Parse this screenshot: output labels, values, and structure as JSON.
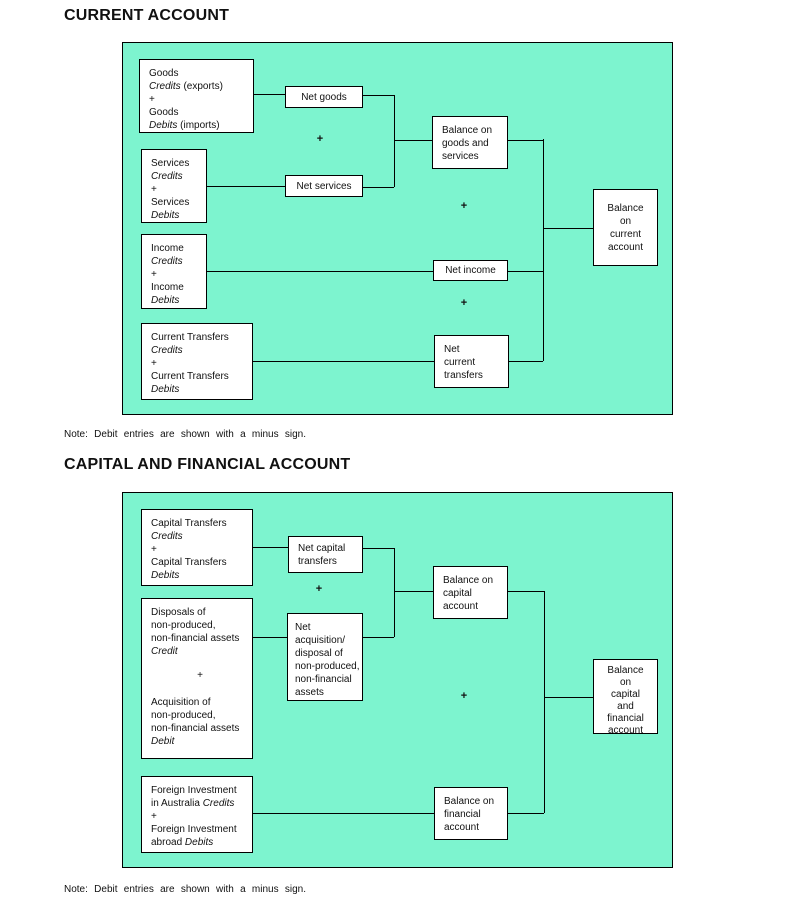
{
  "shared": {
    "plus": "+"
  },
  "colors": {
    "panel_bg": "#7df4cf",
    "box_bg": "#ffffff",
    "border": "#000000",
    "text": "#111111"
  },
  "section1": {
    "title": "CURRENT ACCOUNT",
    "note": "Note: Debit entries are shown with a minus sign.",
    "boxes": {
      "goods": {
        "lines": [
          "Goods",
          "*Credits* (exports)",
          "+",
          "Goods",
          "*Debits* (imports)"
        ]
      },
      "net_goods": {
        "lines": [
          "Net goods"
        ]
      },
      "services": {
        "lines": [
          "Services",
          "*Credits*",
          "+",
          "Services",
          "*Debits*"
        ]
      },
      "net_services": {
        "lines": [
          "Net services"
        ]
      },
      "income": {
        "lines": [
          "Income",
          "*Credits*",
          "+",
          "Income",
          "*Debits*"
        ]
      },
      "net_income": {
        "lines": [
          "Net income"
        ]
      },
      "current_transfers": {
        "lines": [
          "Current Transfers",
          "*Credits*",
          "+",
          "Current Transfers",
          "*Debits*"
        ]
      },
      "net_current_transfers": {
        "lines": [
          "Net",
          "current",
          "transfers"
        ]
      },
      "balance_goods_services": {
        "lines": [
          "Balance on",
          "goods and",
          "services"
        ]
      },
      "balance_current_account": {
        "lines": [
          "Balance",
          "on",
          "current",
          "account"
        ]
      }
    }
  },
  "section2": {
    "title": "CAPITAL AND FINANCIAL ACCOUNT",
    "note": "Note: Debit entries are shown with a minus sign.",
    "boxes": {
      "capital_transfers": {
        "lines": [
          "Capital Transfers",
          "*Credits*",
          "+",
          "Capital Transfers",
          "*Debits*"
        ]
      },
      "net_capital_transfers": {
        "lines": [
          "Net capital",
          "transfers"
        ]
      },
      "disposals_acquisition": {
        "lines": [
          "Disposals of",
          "non-produced,",
          "non-financial assets",
          "*Credit*",
          {
            "text": "+",
            "align": "center",
            "gap": true
          },
          "Acquisition of",
          "non-produced,",
          "non-financial assets",
          "*Debit*"
        ]
      },
      "net_acquisition_disposal": {
        "lines": [
          "Net",
          "acquisition/",
          "disposal of",
          "non-produced,",
          "non-financial",
          "assets"
        ]
      },
      "balance_capital_account": {
        "lines": [
          "Balance on",
          "capital",
          "account"
        ]
      },
      "balance_capital_financial_account": {
        "lines": [
          "Balance",
          "on",
          "capital",
          "and",
          "financial",
          "account"
        ]
      },
      "foreign_investment": {
        "lines": [
          "Foreign Investment",
          "in Australia *Credits*",
          "+",
          "Foreign Investment",
          "abroad *Debits*"
        ]
      },
      "balance_financial_account": {
        "lines": [
          "Balance on",
          "financial",
          "account"
        ]
      }
    }
  }
}
